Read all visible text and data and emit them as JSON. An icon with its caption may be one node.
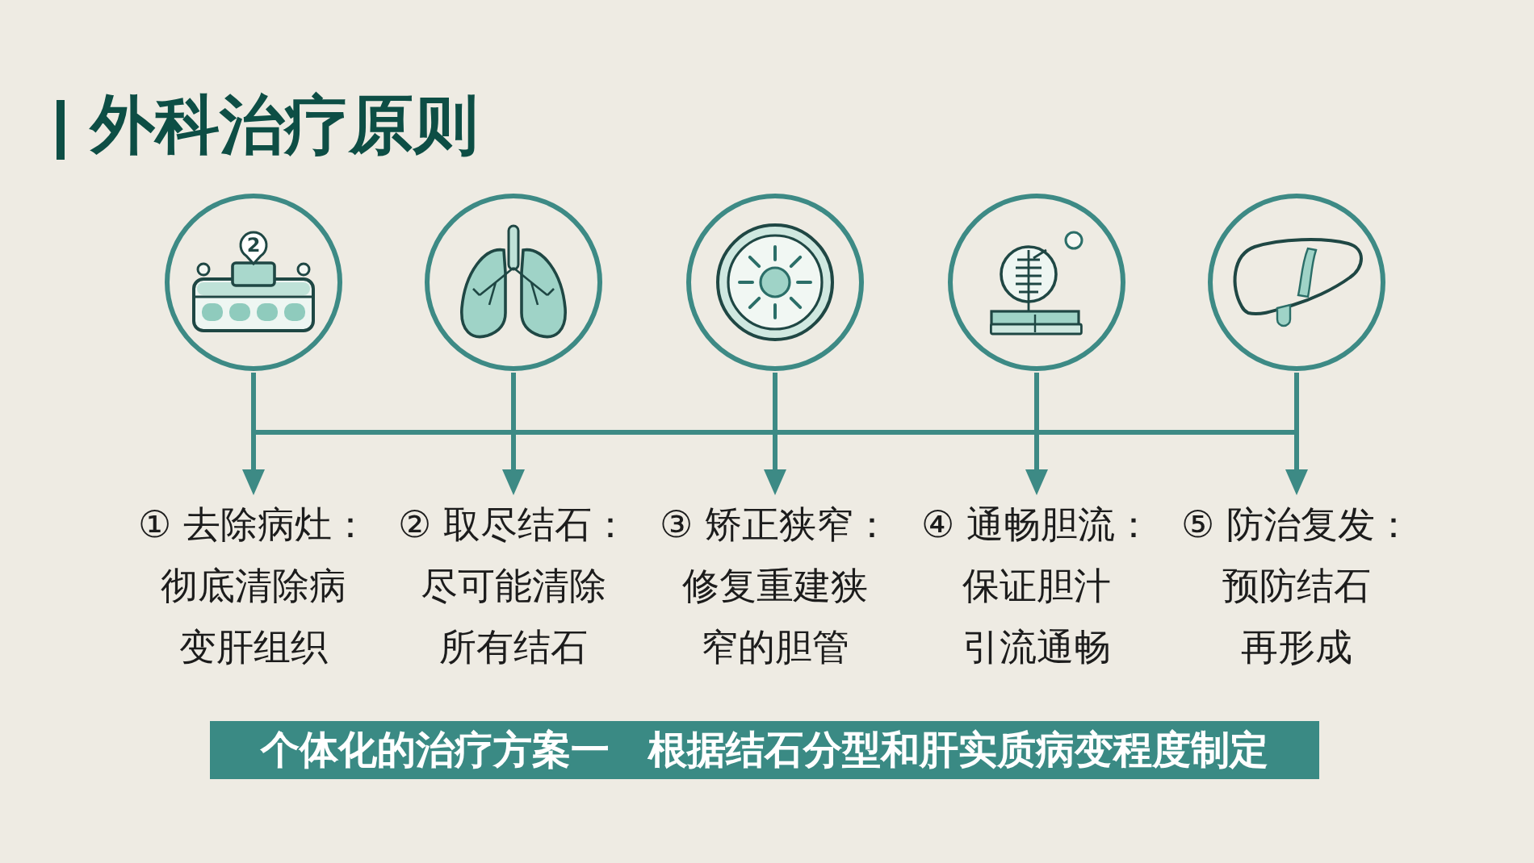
{
  "diagram": {
    "title": "外科治疗原则",
    "nodes": [
      {
        "text": [],
        "shape": "circle"
      },
      {
        "text": [],
        "shape": "circle"
      },
      {
        "text": [],
        "shape": "circle"
      },
      {
        "text": [],
        "shape": "circle"
      },
      {
        "text": [],
        "shape": "circle"
      },
      {
        "text": [
          "① 去除病灶：",
          "彻底清除病变肝组织"
        ]
      },
      {
        "text": [
          "② 取尽结石：",
          "尽可能清除所有结石"
        ]
      },
      {
        "text": [
          "③ 矫正狭窄：",
          "修复重建狭窄的胆管"
        ]
      },
      {
        "text": [
          "④ 通畅胆流：",
          "保证胆汁引流通畅"
        ]
      },
      {
        "text": [
          "⑤ 防治复发：",
          "预防结石再形成"
        ]
      },
      {
        "text": [
          "个体化的治疗方案一　根据结石分型和肝实质病变程度制定"
        ]
      }
    ],
    "edges": [
      {
        "from": 0,
        "to": 5,
        "arrow": "to"
      },
      {
        "from": 1,
        "to": 6,
        "arrow": "to"
      },
      {
        "from": 2,
        "to": 7,
        "arrow": "to"
      },
      {
        "from": 3,
        "to": 8,
        "arrow": "to"
      },
      {
        "from": 4,
        "to": 9,
        "arrow": "to"
      }
    ],
    "labels": [
      "2"
    ]
  }
}
